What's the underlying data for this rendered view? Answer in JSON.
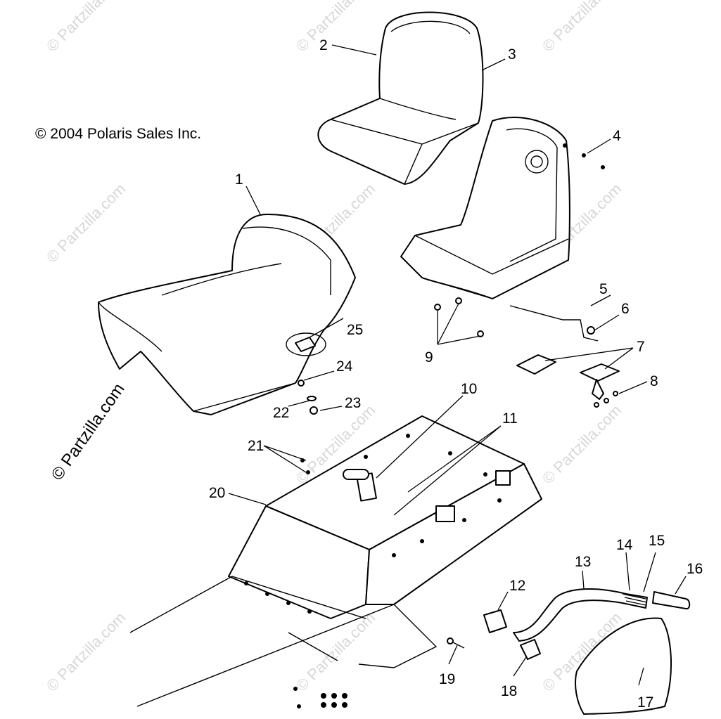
{
  "copyright": "© 2004 Polaris Sales Inc.",
  "watermark": "© Partzilla.com",
  "callouts": [
    "1",
    "2",
    "3",
    "4",
    "5",
    "6",
    "7",
    "8",
    "9",
    "10",
    "11",
    "12",
    "13",
    "14",
    "15",
    "16",
    "17",
    "18",
    "19",
    "20",
    "21",
    "22",
    "23",
    "24",
    "25"
  ]
}
